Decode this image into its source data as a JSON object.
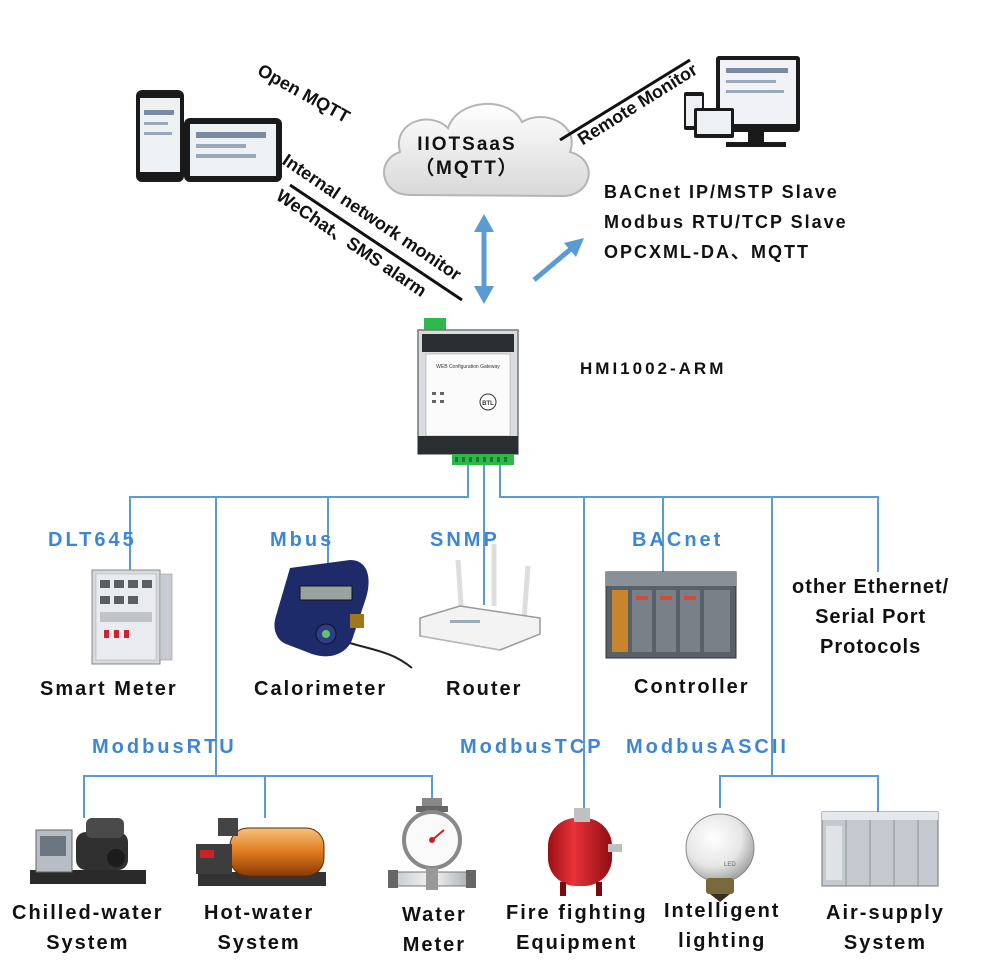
{
  "cloud": {
    "line1": "IIOTSaaS",
    "line2": "（MQTT）"
  },
  "gateway": {
    "model": "HMI1002-ARM",
    "panel_title": "WEB Configuration Gateway",
    "badge": "BTL"
  },
  "annotations": {
    "open_mqtt": "Open MQTT",
    "remote_monitor": "Remote Monitor",
    "internal_monitor": "Internal network monitor",
    "wechat_alarm": "WeChat、SMS alarm"
  },
  "features": [
    "BACnet IP/MSTP Slave",
    "Modbus RTU/TCP Slave",
    "OPCXML-DA、MQTT"
  ],
  "protocols": {
    "dlt645": "DLT645",
    "mbus": "Mbus",
    "snmp": "SNMP",
    "bacnet": "BACnet",
    "modbus_rtu": "ModbusRTU",
    "modbus_tcp": "ModbusTCP",
    "modbus_ascii": "ModbusASCII"
  },
  "devices": {
    "smart_meter": "Smart Meter",
    "calorimeter": "Calorimeter",
    "router": "Router",
    "controller": "Controller",
    "other_line1": "other Ethernet/",
    "other_line2": "Serial Port",
    "other_line3": "Protocols",
    "chilled_line1": "Chilled-water",
    "chilled_line2": "System",
    "hotwater_line1": "Hot-water",
    "hotwater_line2": "System",
    "water_line1": "Water",
    "water_line2": "Meter",
    "fire_line1": "Fire fighting",
    "fire_line2": "Equipment",
    "lighting_line1": "Intelligent",
    "lighting_line2": "lighting",
    "air_line1": "Air-supply",
    "air_line2": "System"
  },
  "colors": {
    "bus": "#5b9bd5",
    "protocol_text": "#3d86d6",
    "terminal_green": "#2fb84a"
  }
}
